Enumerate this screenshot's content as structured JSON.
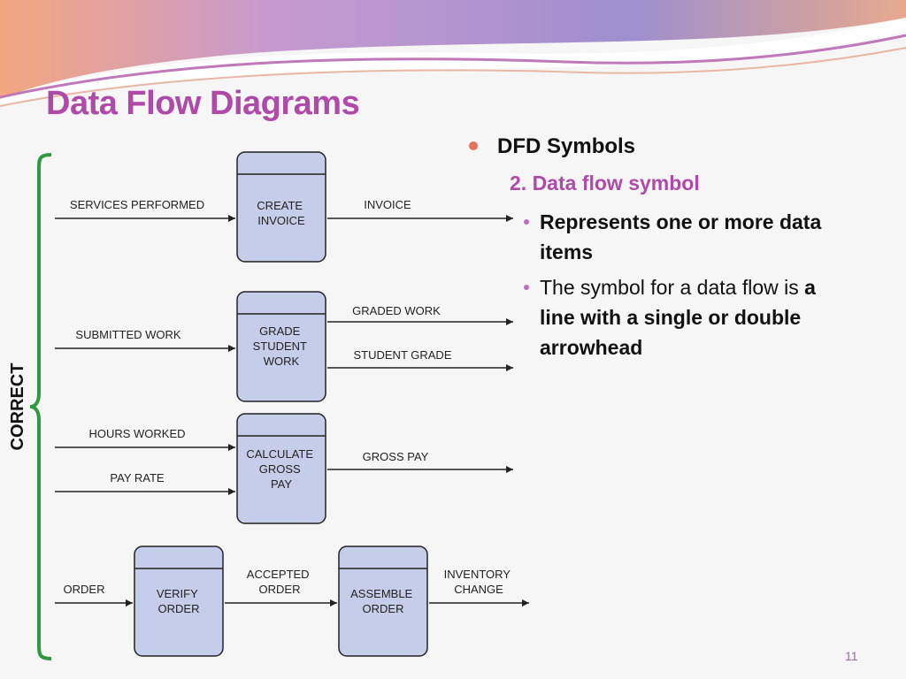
{
  "slide": {
    "title": "Data Flow Diagrams",
    "page_number": "11"
  },
  "bullets": {
    "level1": "DFD Symbols",
    "level2": "2. Data flow symbol",
    "item1": "Represents one or more data items",
    "item2_prefix": "The symbol for a data flow is ",
    "item2_bold": "a line with a single or double arrowhead"
  },
  "diagram": {
    "side_label": "CORRECT",
    "ex1": {
      "input": "SERVICES PERFORMED",
      "process": [
        "CREATE",
        "INVOICE"
      ],
      "output": "INVOICE"
    },
    "ex2": {
      "input": "SUBMITTED WORK",
      "process": [
        "GRADE",
        "STUDENT",
        "WORK"
      ],
      "output1": "GRADED WORK",
      "output2": "STUDENT GRADE"
    },
    "ex3": {
      "input1": "HOURS WORKED",
      "input2": "PAY RATE",
      "process": [
        "CALCULATE",
        "GROSS",
        "PAY"
      ],
      "output": "GROSS PAY"
    },
    "ex4": {
      "input": "ORDER",
      "process1": [
        "VERIFY",
        "ORDER"
      ],
      "middle": [
        "ACCEPTED",
        "ORDER"
      ],
      "process2": [
        "ASSEMBLE",
        "ORDER"
      ],
      "output": [
        "INVENTORY",
        "CHANGE"
      ]
    }
  }
}
